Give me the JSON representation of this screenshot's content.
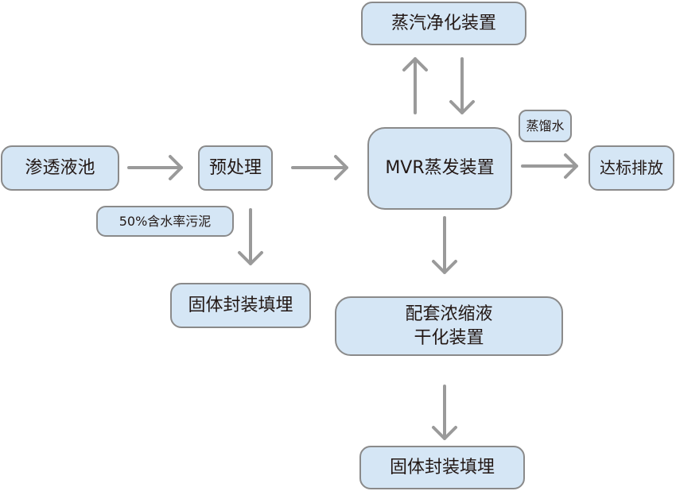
{
  "diagram": {
    "nodes": {
      "leachate_pool": "渗透液池",
      "pretreatment": "预处理",
      "mvr_evaporator": "MVR蒸发装置",
      "steam_purifier": "蒸汽净化装置",
      "distilled_water": "蒸馏水",
      "discharge": "达标排放",
      "sludge": "50%含水率污泥",
      "landfill_1": "固体封装填埋",
      "concentrate_dryer_line1": "配套浓缩液",
      "concentrate_dryer_line2": "干化装置",
      "landfill_2": "固体封装填埋"
    },
    "edges": [
      {
        "from": "渗透液池",
        "to": "预处理"
      },
      {
        "from": "预处理",
        "to": "MVR蒸发装置"
      },
      {
        "from": "MVR蒸发装置",
        "to": "蒸汽净化装置"
      },
      {
        "from": "蒸汽净化装置",
        "to": "MVR蒸发装置"
      },
      {
        "from": "MVR蒸发装置",
        "to": "达标排放",
        "label": "蒸馏水"
      },
      {
        "from": "预处理",
        "to": "固体封装填埋",
        "label": "50%含水率污泥"
      },
      {
        "from": "MVR蒸发装置",
        "to": "配套浓缩液干化装置"
      },
      {
        "from": "配套浓缩液干化装置",
        "to": "固体封装填埋"
      }
    ],
    "colors": {
      "node_fill": "#d5e6f5",
      "node_border": "#8a8a8a",
      "arrow": "#9a9a9a",
      "text": "#231815"
    }
  }
}
